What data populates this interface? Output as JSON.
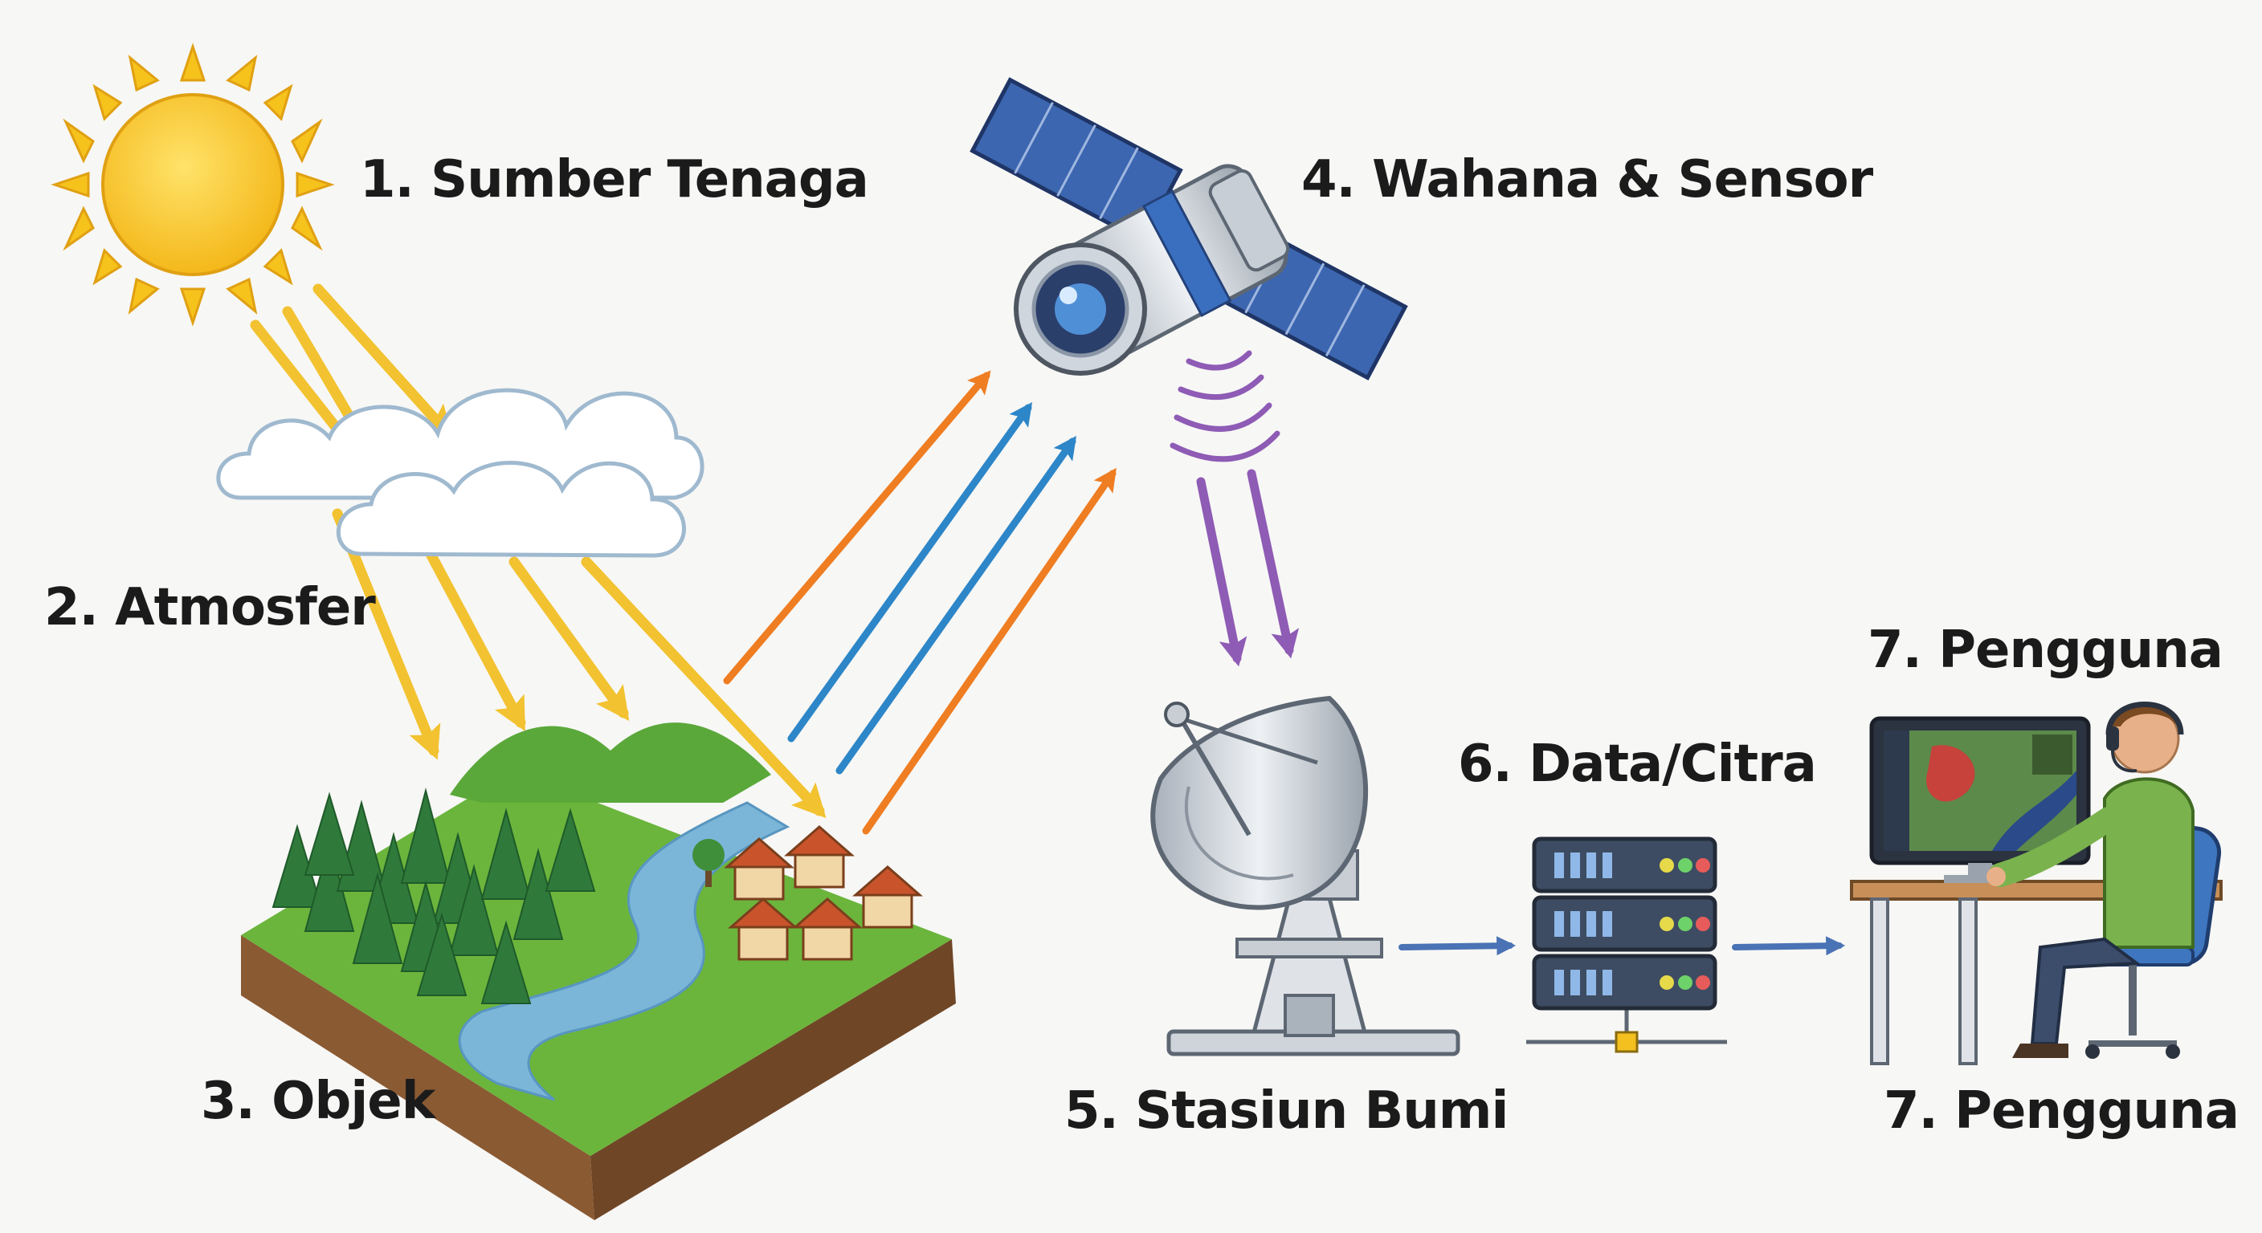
{
  "labels": {
    "sumber_tenaga": "1. Sumber Tenaga",
    "atmosfer": "2. Atmosfer",
    "objek": "3. Objek",
    "wahana_sensor": "4. Wahana & Sensor",
    "stasiun_bumi": "5. Stasiun Bumi",
    "data_citra": "6. Data/Citra",
    "pengguna_top": "7. Pengguna",
    "pengguna_bottom": "7. Pengguna"
  },
  "colors": {
    "sun": "#f6c21c",
    "sun_ray": "#f2c230",
    "reflected_orange": "#ef7d22",
    "reflected_blue": "#2d86c8",
    "signal_purple": "#8e5bb5",
    "data_flow": "#4a73b5",
    "grass": "#6bb53c",
    "soil": "#8a5a33",
    "river": "#7bb6d9",
    "tree": "#2f7a3b",
    "solar_panel": "#3c66b0",
    "server": "#3d4c62"
  },
  "icons": [
    "sun-icon",
    "cloud-icon",
    "landscape-icon",
    "satellite-icon",
    "signal-wave-icon",
    "satellite-dish-icon",
    "server-icon",
    "user-workstation-icon"
  ]
}
